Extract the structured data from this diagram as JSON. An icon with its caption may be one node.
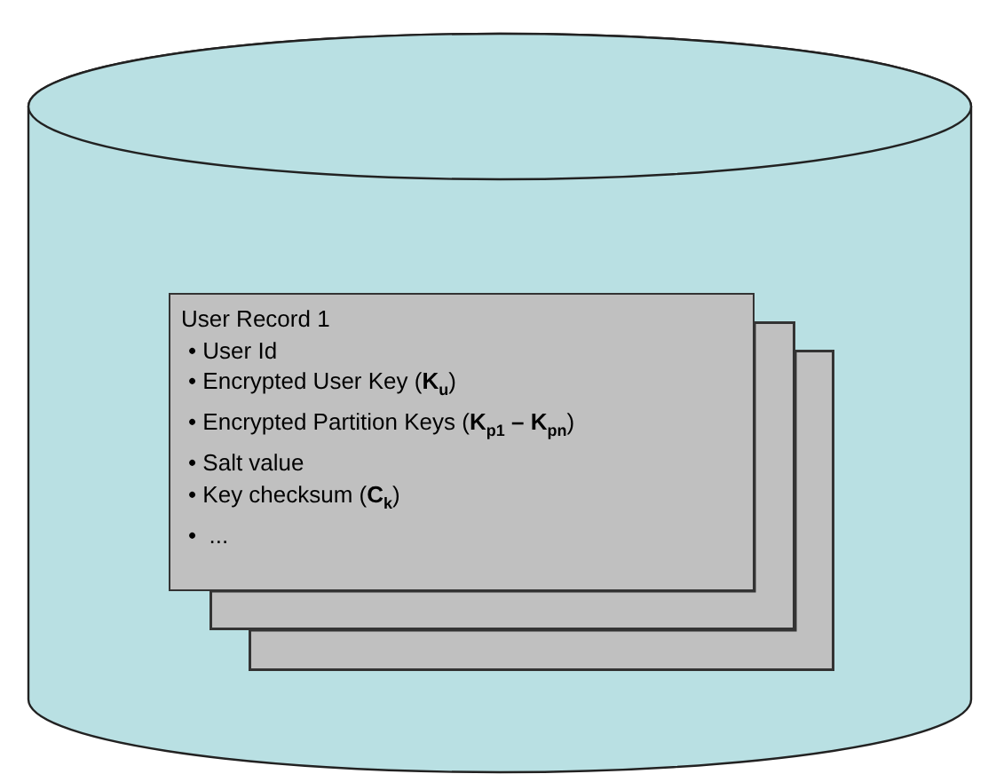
{
  "diagram": {
    "nodes": [
      {
        "text": [],
        "shape": "cylinder"
      },
      {
        "text": [
          "User Record 1",
          "• User Id",
          "• Encrypted User Key (**K**$_{u}$)",
          "• Encrypted Partition Keys (**K**$_{p1}$ **–** **K**$_{pn}$)",
          "• Salt value",
          "• Key checksum (**C**$_{k}$)",
          "•  ..."
        ],
        "in": 0
      },
      {
        "text": [],
        "shape": "box",
        "in": 0
      },
      {
        "text": [],
        "shape": "box",
        "in": 0
      }
    ]
  }
}
